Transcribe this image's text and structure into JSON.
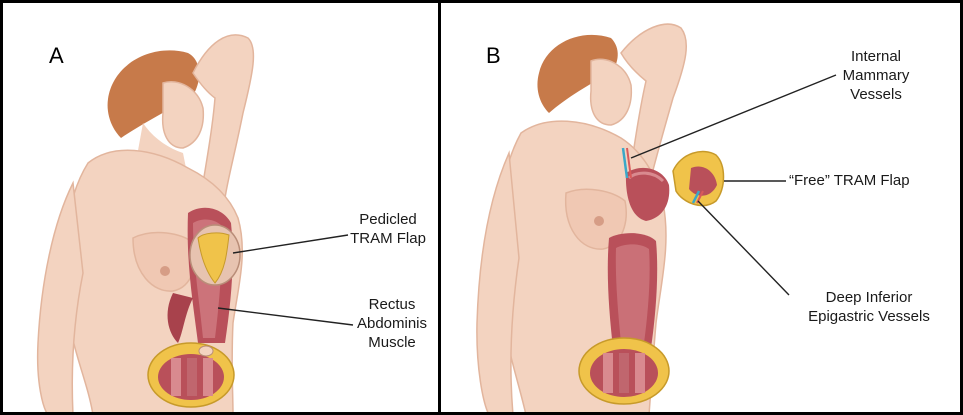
{
  "panels": [
    {
      "letter": "A",
      "labels": {
        "flap": [
          "Pedicled",
          "TRAM Flap"
        ],
        "muscle": [
          "Rectus",
          "Abdominis",
          "Muscle"
        ]
      }
    },
    {
      "letter": "B",
      "labels": {
        "vessels": [
          "Internal",
          "Mammary",
          "Vessels"
        ],
        "flap": "“Free” TRAM Flap",
        "epigastric": [
          "Deep Inferior",
          "Epigastric Vessels"
        ]
      }
    }
  ],
  "colors": {
    "skin": "#f3d3c0",
    "skin_shadow": "#e2b59d",
    "hair": "#c77a4a",
    "muscle": "#b9505a",
    "muscle_light": "#d98a8f",
    "fat": "#f0c34a",
    "vessel": "#3aa8c8",
    "line": "#222222"
  }
}
